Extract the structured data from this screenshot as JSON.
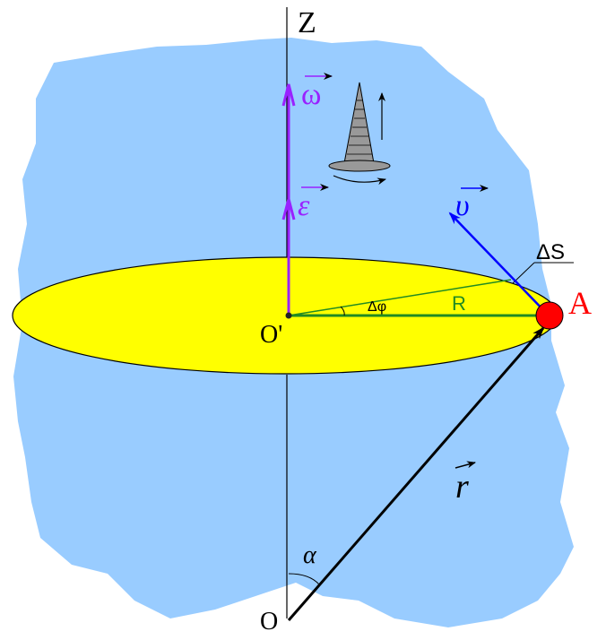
{
  "labels": {
    "z_axis": "Z",
    "origin": "O",
    "center": "O'",
    "point": "A",
    "radius": "R",
    "arc": "ΔS",
    "angle_phi": "Δφ",
    "angle_alpha": "α",
    "omega": "ω",
    "epsilon": "ε",
    "velocity": "υ",
    "position": "r"
  },
  "colors": {
    "background_blob": "#99ccff",
    "disk": "#ffff00",
    "point": "#ff0000",
    "point_label": "#ff0000",
    "omega": "#9922ff",
    "velocity": "#0000ff",
    "radius": "#228b22",
    "ink": "#000000"
  },
  "icons": {
    "spinning_top": "spinning-top-icon",
    "rotation_arrow": "rotation-arrow-icon"
  }
}
